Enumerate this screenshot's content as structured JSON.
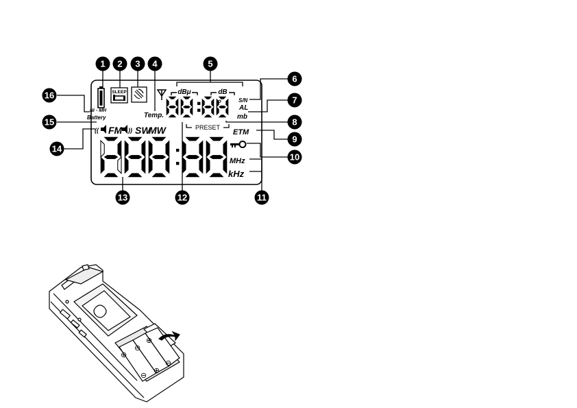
{
  "callouts": [
    "1",
    "2",
    "3",
    "4",
    "5",
    "6",
    "7",
    "8",
    "9",
    "10",
    "11",
    "12",
    "13",
    "14",
    "15",
    "16"
  ],
  "display": {
    "sleep_label": "SLEEP",
    "battery_type": "Ni - MH",
    "battery_label": "Battery",
    "temp_label": "Temp.",
    "dbu_label": "dBμ",
    "db_label": "dB",
    "sn_label": "S/N",
    "al_label": "AL",
    "mb_label": "mb",
    "preset_label": "PRESET",
    "etm_label": "ETM",
    "fm_label": "FM",
    "sw_label": "SW",
    "mw_label": "MW",
    "mhz_label": "MHz",
    "khz_label": "kHz",
    "small_digits": "88:88",
    "main_digits": "288:88"
  },
  "battery_figure": {
    "plus": "⊕",
    "minus": "⊖"
  }
}
